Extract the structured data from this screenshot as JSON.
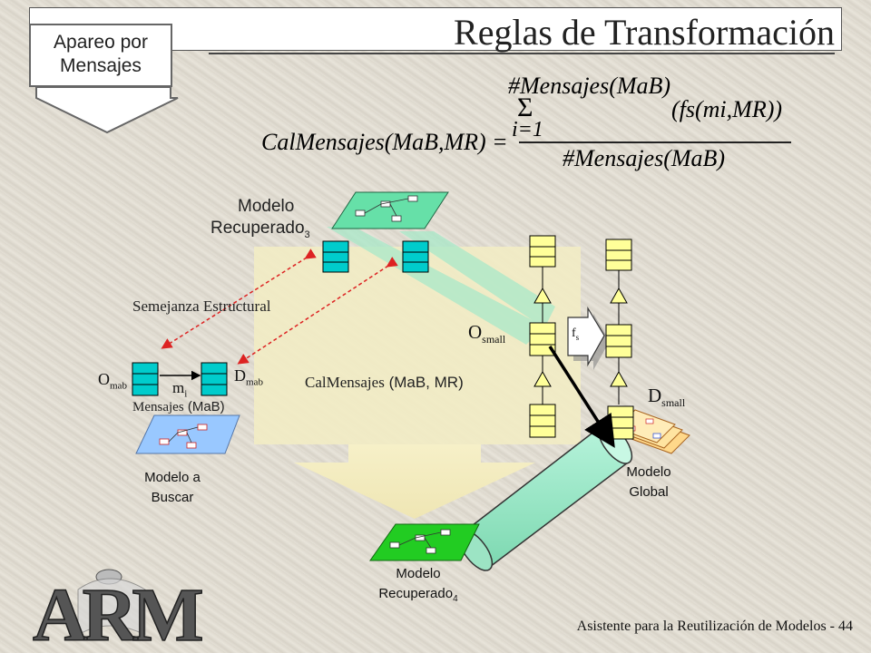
{
  "slide": {
    "title": "Reglas de Transformación",
    "badge": {
      "line1": "Apareo por",
      "line2": "Mensajes"
    },
    "formula": {
      "lhs": "CalMensajes(MaB,MR) =",
      "sum_upper": "#Mensajes(MaB)",
      "sum_symbol": "Σ",
      "sum_lower": "i=1",
      "term": "(fs(mi,MR))",
      "denominator": "#Mensajes(MaB)"
    },
    "labels": {
      "modelo_recuperado_3_line1": "Modelo",
      "modelo_recuperado_3_line2": "Recuperado",
      "modelo_recuperado_3_sub": "3",
      "semejanza": "Semejanza Estructural",
      "o_mab": "O",
      "o_mab_sub": "mab",
      "d_mab": "D",
      "d_mab_sub": "mab",
      "m_i": "m",
      "m_i_sub": "i",
      "mensajes_word": "Mensajes",
      "mensajes_arg": "(MaB)",
      "calmensajes_word": "CalMensajes",
      "calmensajes_arg": "(MaB, MR)",
      "o_small": "O",
      "o_small_sub": "small",
      "d_small": "D",
      "d_small_sub": "small",
      "fs": "f",
      "fs_sub": "s",
      "modelo_a_buscar_line1": "Modelo a",
      "modelo_a_buscar_line2": "Buscar",
      "modelo_global_line1": "Modelo",
      "modelo_global_line2": "Global",
      "modelo_recuperado_4_line1": "Modelo",
      "modelo_recuperado_4_line2": "Recuperado",
      "modelo_recuperado_4_sub": "4"
    },
    "footer": "Asistente para la Reutilización de Modelos - 44",
    "logo_text": "ARM"
  },
  "colors": {
    "green_band": "#a8e8c8",
    "yellow_panel": "#f2ecc4",
    "cyan_box": "#00cccc",
    "yellow_box": "#ffff99",
    "modelo4_green": "#22cc22",
    "arrow_red": "#dd2222"
  }
}
